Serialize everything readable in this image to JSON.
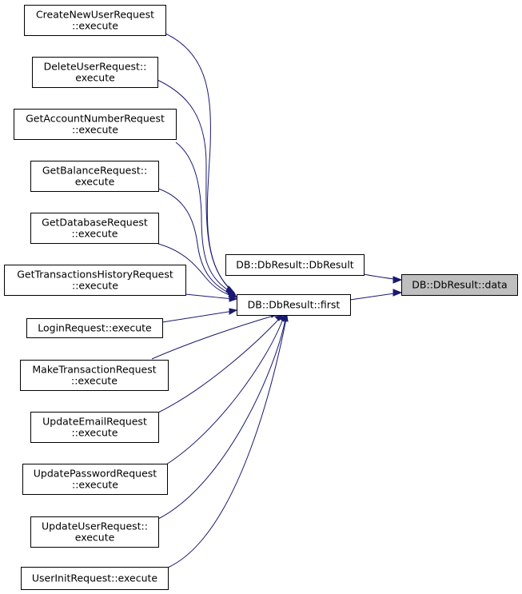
{
  "graph": {
    "nodes": [
      {
        "id": "create_new_user",
        "lines": [
          "CreateNewUserRequest",
          "::execute"
        ]
      },
      {
        "id": "delete_user",
        "lines": [
          "DeleteUserRequest::",
          "execute"
        ]
      },
      {
        "id": "get_account_number",
        "lines": [
          "GetAccountNumberRequest",
          "::execute"
        ]
      },
      {
        "id": "get_balance",
        "lines": [
          "GetBalanceRequest::",
          "execute"
        ]
      },
      {
        "id": "get_database",
        "lines": [
          "GetDatabaseRequest",
          "::execute"
        ]
      },
      {
        "id": "get_transactions_history",
        "lines": [
          "GetTransactionsHistoryRequest",
          "::execute"
        ]
      },
      {
        "id": "login",
        "lines": [
          "LoginRequest::execute"
        ]
      },
      {
        "id": "make_transaction",
        "lines": [
          "MakeTransactionRequest",
          "::execute"
        ]
      },
      {
        "id": "update_email",
        "lines": [
          "UpdateEmailRequest",
          "::execute"
        ]
      },
      {
        "id": "update_password",
        "lines": [
          "UpdatePasswordRequest",
          "::execute"
        ]
      },
      {
        "id": "update_user",
        "lines": [
          "UpdateUserRequest::",
          "execute"
        ]
      },
      {
        "id": "user_init",
        "lines": [
          "UserInitRequest::execute"
        ]
      },
      {
        "id": "dbresult_ctor",
        "lines": [
          "DB::DbResult::DbResult"
        ]
      },
      {
        "id": "dbresult_first",
        "lines": [
          "DB::DbResult::first"
        ]
      },
      {
        "id": "dbresult_data",
        "lines": [
          "DB::DbResult::data"
        ],
        "current": true
      }
    ],
    "edges": [
      {
        "from": "create_new_user",
        "to": "dbresult_first"
      },
      {
        "from": "delete_user",
        "to": "dbresult_first"
      },
      {
        "from": "get_account_number",
        "to": "dbresult_first"
      },
      {
        "from": "get_balance",
        "to": "dbresult_first"
      },
      {
        "from": "get_database",
        "to": "dbresult_first"
      },
      {
        "from": "get_transactions_history",
        "to": "dbresult_first"
      },
      {
        "from": "login",
        "to": "dbresult_first"
      },
      {
        "from": "make_transaction",
        "to": "dbresult_first"
      },
      {
        "from": "update_email",
        "to": "dbresult_first"
      },
      {
        "from": "update_password",
        "to": "dbresult_first"
      },
      {
        "from": "update_user",
        "to": "dbresult_first"
      },
      {
        "from": "user_init",
        "to": "dbresult_first"
      },
      {
        "from": "dbresult_ctor",
        "to": "dbresult_data"
      },
      {
        "from": "dbresult_first",
        "to": "dbresult_data"
      }
    ],
    "colors": {
      "edge": "#191970",
      "node_border": "#000000",
      "node_fill": "#ffffff",
      "current_fill": "#bfbfbf"
    }
  }
}
